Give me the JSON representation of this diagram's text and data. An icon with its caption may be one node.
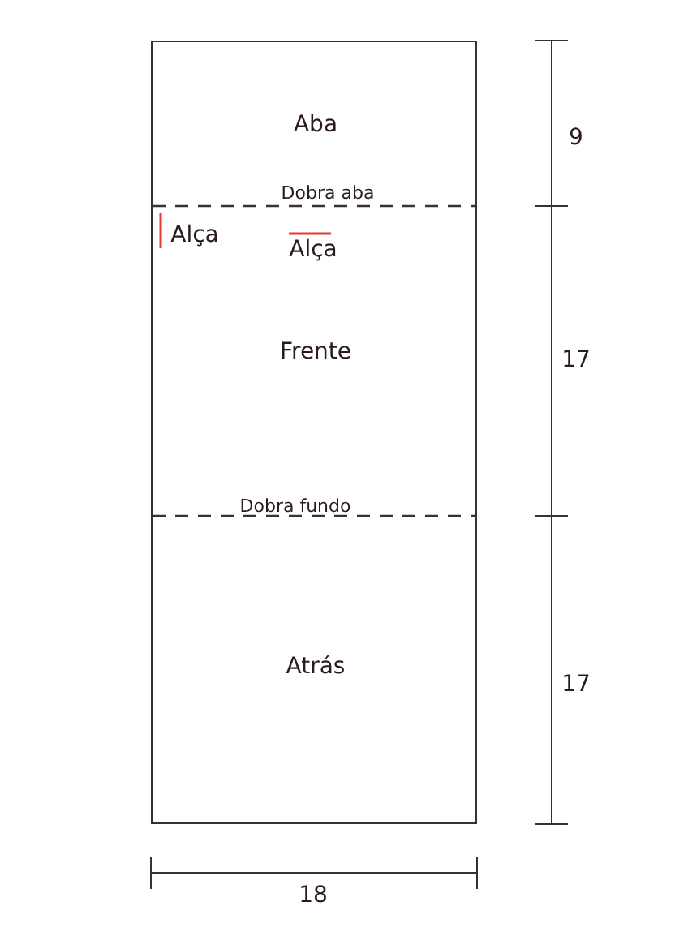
{
  "diagram": {
    "nodes": [
      {
        "text": [],
        "shape": "box"
      },
      {
        "text": [
          "Aba"
        ],
        "in": 0
      },
      {
        "text": [
          "Frente"
        ],
        "in": 0
      },
      {
        "text": [
          "Atrás"
        ],
        "in": 0
      }
    ],
    "edges": [],
    "labels": [
      "Dobra aba",
      "Alça",
      "Alça",
      "Dobra fundo",
      "9",
      "17",
      "17",
      "18"
    ]
  }
}
